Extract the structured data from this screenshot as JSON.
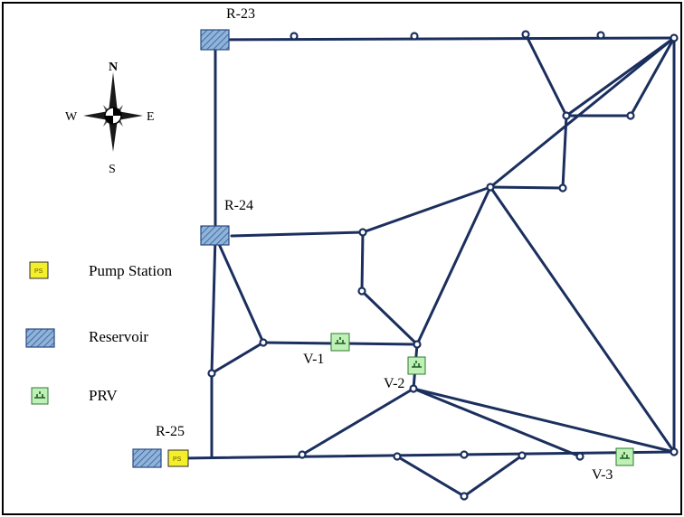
{
  "compass": {
    "north": "N",
    "south": "S",
    "east": "E",
    "west": "W"
  },
  "legend": {
    "pump_station": "Pump Station",
    "reservoir": "Reservoir",
    "prv": "PRV",
    "pump_symbol_text": "PS"
  },
  "reservoirs": [
    {
      "id": "R-23"
    },
    {
      "id": "R-24"
    },
    {
      "id": "R-25"
    }
  ],
  "valves": [
    {
      "id": "V-1"
    },
    {
      "id": "V-2"
    },
    {
      "id": "V-3"
    }
  ],
  "colors": {
    "pipe": "#1b2f5e",
    "reservoir_fill": "#8fb4dc",
    "reservoir_stroke": "#2a4a80",
    "pump_fill": "#f3ef2a",
    "prv_fill": "#bff0b5",
    "prv_stroke": "#2d7a35"
  }
}
